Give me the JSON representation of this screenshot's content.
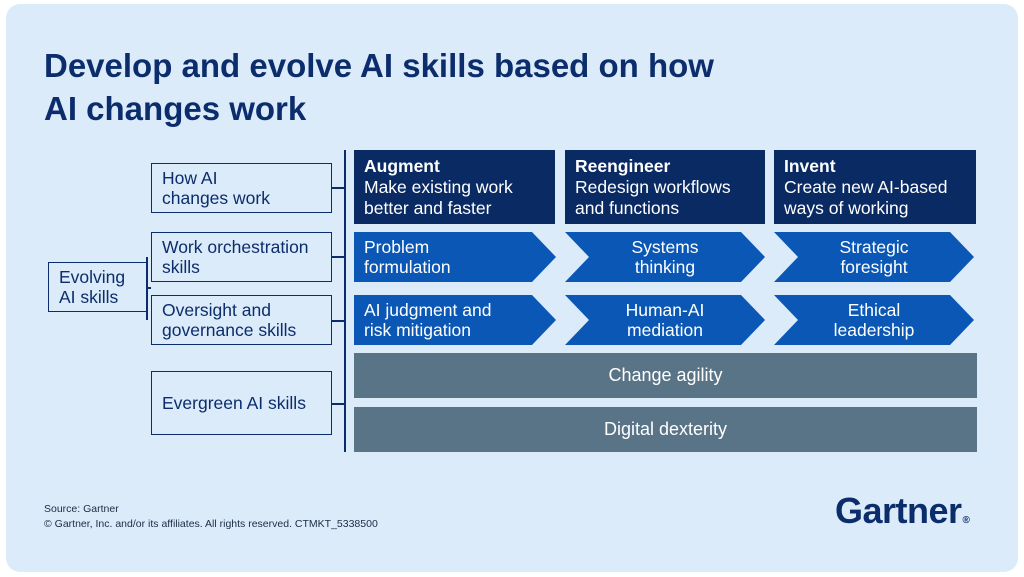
{
  "title": {
    "line1": "Develop and evolve AI skills based on how",
    "line2": "AI changes work"
  },
  "row_labels": {
    "how_ai": [
      "How AI",
      "changes work"
    ],
    "evolving": [
      "Evolving",
      "AI skills"
    ],
    "work_orchestration": [
      "Work orchestration",
      "skills"
    ],
    "oversight": [
      "Oversight and",
      "governance skills"
    ],
    "evergreen": "Evergreen AI skills"
  },
  "columns": [
    {
      "heading": "Augment",
      "desc": [
        "Make existing work",
        "better and faster"
      ]
    },
    {
      "heading": "Reengineer",
      "desc": [
        "Redesign workflows",
        "and functions"
      ]
    },
    {
      "heading": "Invent",
      "desc": [
        "Create new AI-based",
        "ways of working"
      ]
    }
  ],
  "orchestration_skills": [
    [
      "Problem",
      "formulation"
    ],
    [
      "Systems",
      "thinking"
    ],
    [
      "Strategic",
      "foresight"
    ]
  ],
  "governance_skills": [
    [
      "AI judgment and",
      "risk mitigation"
    ],
    [
      "Human-AI",
      "mediation"
    ],
    [
      "Ethical",
      "leadership"
    ]
  ],
  "evergreen_skills": [
    "Change agility",
    "Digital dexterity"
  ],
  "footer": {
    "source": "Source: Gartner",
    "copyright": "© Gartner, Inc. and/or its affiliates. All rights reserved. CTMKT_5338500"
  },
  "logo": {
    "text": "Gartner",
    "mark": "®"
  },
  "colors": {
    "background": "#dcebfa",
    "navy": "#0a2a63",
    "chevron_blue": "#0a57b5",
    "evergreen_gray": "#5a7487"
  }
}
